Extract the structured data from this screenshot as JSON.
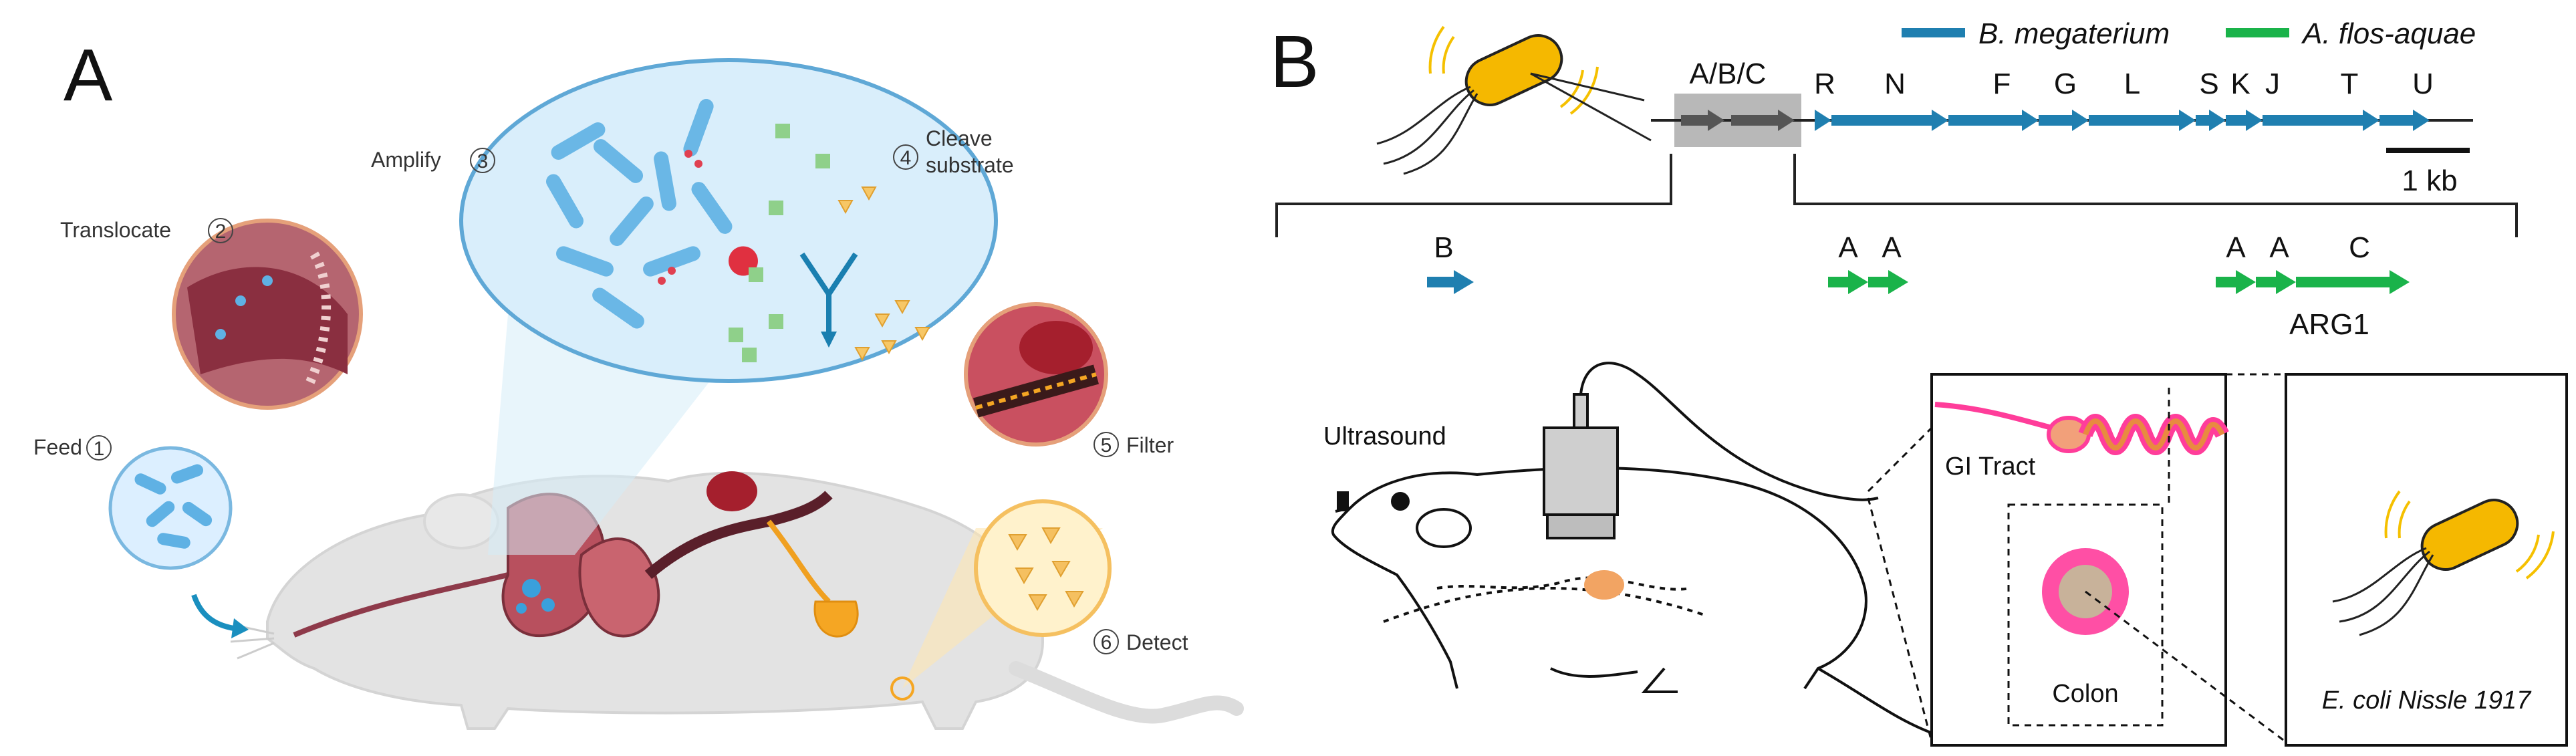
{
  "panel_a": {
    "letter": "A",
    "steps": [
      {
        "num": "1",
        "label": "Feed"
      },
      {
        "num": "2",
        "label": "Translocate"
      },
      {
        "num": "3",
        "label": "Amplify"
      },
      {
        "num": "4",
        "label": "Cleave",
        "label2": "substrate"
      },
      {
        "num": "5",
        "label": "Filter"
      },
      {
        "num": "6",
        "label": "Detect"
      }
    ]
  },
  "panel_b": {
    "letter": "B",
    "legend": [
      {
        "name": "B. megaterium",
        "color": "#1f7fb0"
      },
      {
        "name": "A. flos-aquae",
        "color": "#1ab34a"
      }
    ],
    "operon_label": "A/B/C",
    "genes": [
      "R",
      "N",
      "F",
      "G",
      "L",
      "S",
      "K",
      "J",
      "T",
      "U"
    ],
    "scale_label": "1 kb",
    "construct_genes_blue": [
      "B"
    ],
    "construct_genes_green_left": [
      "A",
      "A"
    ],
    "construct_genes_green_right": [
      "A",
      "A",
      "C"
    ],
    "construct_name": "ARG1",
    "ultrasound_label": "Ultrasound",
    "gi_label": "GI Tract",
    "colon_label": "Colon",
    "strain_label": "E. coli Nissle 1917"
  }
}
